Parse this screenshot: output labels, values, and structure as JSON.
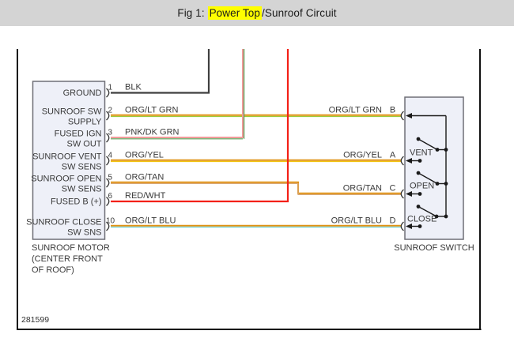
{
  "header": {
    "title_prefix": "Fig 1: ",
    "highlight": "Power Top",
    "title_suffix": "/Sunroof Circuit",
    "bg": "#d4d4d4",
    "highlight_bg": "#ffff00"
  },
  "diagram": {
    "figure_number": "281599",
    "box_fill": "#eef0f8",
    "motor": {
      "caption1": "SUNROOF MOTOR",
      "caption2": "(CENTER FRONT",
      "caption3": "OF ROOF)",
      "pins": [
        {
          "num": "1",
          "wire": "BLK",
          "line1": "GROUND",
          "line2": ""
        },
        {
          "num": "2",
          "wire": "ORG/LT GRN",
          "line1": "SUNROOF SW",
          "line2": "SUPPLY"
        },
        {
          "num": "3",
          "wire": "PNK/DK GRN",
          "line1": "FUSED IGN",
          "line2": "SW OUT"
        },
        {
          "num": "4",
          "wire": "ORG/YEL",
          "line1": "SUNROOF VENT",
          "line2": "SW SENS"
        },
        {
          "num": "5",
          "wire": "ORG/TAN",
          "line1": "SUNROOF OPEN",
          "line2": "SW SENS"
        },
        {
          "num": "6",
          "wire": "RED/WHT",
          "line1": "FUSED B (+)",
          "line2": ""
        },
        {
          "num": "10",
          "wire": "ORG/LT BLU",
          "line1": "SUNROOF CLOSE",
          "line2": "SW SNS"
        }
      ]
    },
    "switch": {
      "caption": "SUNROOF SWITCH",
      "pins": [
        {
          "letter": "B",
          "wire": "ORG/LT GRN"
        },
        {
          "letter": "A",
          "wire": "ORG/YEL"
        },
        {
          "letter": "C",
          "wire": "ORG/TAN"
        },
        {
          "letter": "D",
          "wire": "ORG/LT BLU"
        }
      ],
      "positions": [
        "VENT",
        "OPEN",
        "CLOSE"
      ]
    },
    "wire_colors": {
      "blk": "#3f3f3f",
      "org": "#e09112",
      "lt_grn": "#9ccb3b",
      "pnk": "#f29a9a",
      "dk_grn": "#55a055",
      "yel": "#f2c411",
      "tan": "#d8a878",
      "red": "#f32017",
      "lt_blu": "#6fcfcf"
    }
  }
}
